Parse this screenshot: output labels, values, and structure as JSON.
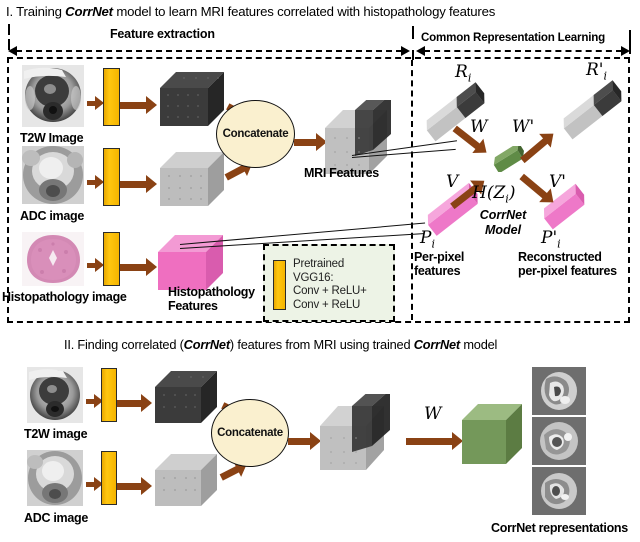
{
  "figure": {
    "panel1": {
      "title_parts": [
        "I. Training ",
        "CorrNet",
        " model to learn MRI features correlated with histopathology features"
      ],
      "title_full": "I. Training CorrNet model to learn MRI features correlated with histopathology features",
      "sections": [
        {
          "label": "Feature extraction"
        },
        {
          "label": "Common Representation Learning"
        }
      ],
      "inputs": [
        {
          "caption": "T2W Image",
          "modality": "t2w"
        },
        {
          "caption": "ADC image",
          "modality": "adc"
        },
        {
          "caption": "Histopathology image",
          "modality": "histopathology"
        }
      ],
      "feature_blocks": [
        {
          "name": "t2w-features",
          "color": "#3a3a3a"
        },
        {
          "name": "adc-features",
          "color": "#b9b9b9"
        },
        {
          "name": "histopathology-features",
          "caption": "Histopathology Features",
          "color": "#ef6fc0"
        }
      ],
      "concatenate_label": "Concatenate",
      "mri_features_caption": "MRI Features",
      "legend": {
        "lines": [
          "Pretrained",
          "VGG16:",
          "Conv + ReLU+",
          "Conv + ReLU"
        ],
        "icon_color": "#f0b400"
      },
      "crl": {
        "nodes": [
          {
            "symbol": "R",
            "sub": "i",
            "prime": false,
            "caption": "",
            "color": "#b0b0b0"
          },
          {
            "symbol": "R",
            "sub": "i",
            "prime": true,
            "caption": "",
            "color": "#b0b0b0"
          },
          {
            "symbol": "P",
            "sub": "i",
            "prime": false,
            "caption": "Per-pixel features",
            "color": "#ef7ecb"
          },
          {
            "symbol": "P",
            "sub": "i",
            "prime": true,
            "caption": "Reconstructed per-pixel features",
            "color": "#ef7ecb"
          }
        ],
        "hidden_node_label": "H(Z",
        "hidden_node_sub": "i",
        "hidden_node_close": ")",
        "hidden_node_color": "#5f8b46",
        "weights": [
          "W",
          "W'",
          "V",
          "V'"
        ],
        "model_label_line1": "CorrNet",
        "model_label_line2": "Model",
        "label_Ri": "R",
        "label_Ri_prime": "R'",
        "label_Pi": "P",
        "label_Pi_prime": "P'",
        "caption_per_pixel_line1": "Per-pixel",
        "caption_per_pixel_line2": "features",
        "caption_recon_line1": "Reconstructed",
        "caption_recon_line2": "per-pixel features"
      }
    },
    "panel2": {
      "title_full": "II. Finding correlated (CorrNet) features from MRI using trained CorrNet model",
      "inputs": [
        {
          "caption": "T2W image",
          "modality": "t2w"
        },
        {
          "caption": "ADC image",
          "modality": "adc"
        }
      ],
      "concatenate_label": "Concatenate",
      "weight_label": "W",
      "output_caption": "CorrNet representations",
      "output_color": "#7a9e5e",
      "representation_count": 3
    },
    "colors": {
      "arrow": "#8a4214",
      "vgg_bar": "#ffc710",
      "concat_fill": "#faf0cf",
      "dark_block": "#3a3a3a",
      "light_block": "#b9b9b9",
      "pink_block": "#ef6fc0",
      "green_node": "#5f8b46",
      "green_cube": "#7a9e5e",
      "legend_fill": "#edf3e6"
    }
  }
}
